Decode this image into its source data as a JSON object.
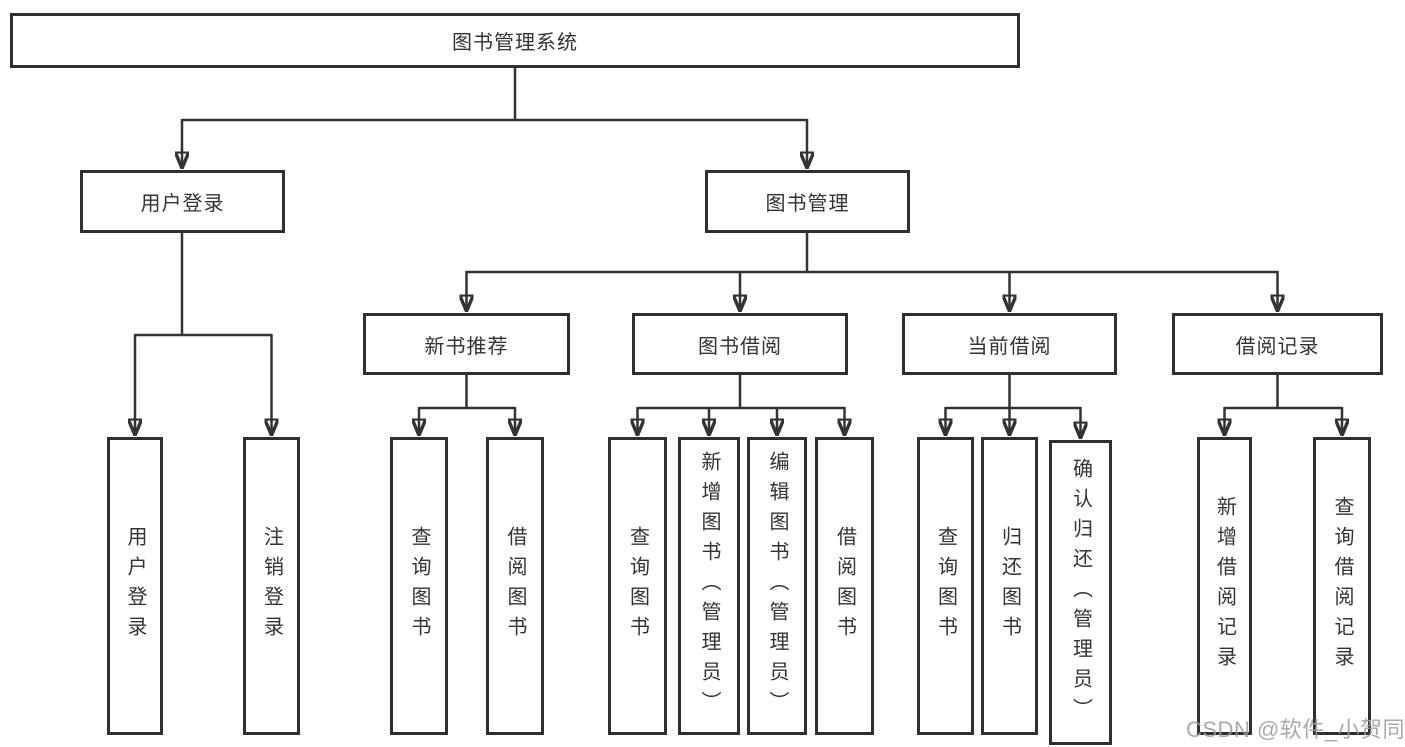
{
  "tree": {
    "label": "图书管理系统",
    "children": [
      {
        "label": "用户登录",
        "children": [
          {
            "label": "用户登录"
          },
          {
            "label": "注销登录"
          }
        ]
      },
      {
        "label": "图书管理",
        "children": [
          {
            "label": "新书推荐",
            "children": [
              {
                "label": "查询图书"
              },
              {
                "label": "借阅图书"
              }
            ]
          },
          {
            "label": "图书借阅",
            "children": [
              {
                "label": "查询图书"
              },
              {
                "label": "新增图书（管理员）"
              },
              {
                "label": "编辑图书（管理员）"
              },
              {
                "label": "借阅图书"
              }
            ]
          },
          {
            "label": "当前借阅",
            "children": [
              {
                "label": "查询图书"
              },
              {
                "label": "归还图书"
              },
              {
                "label": "确认归还（管理员）"
              }
            ]
          },
          {
            "label": "借阅记录",
            "children": [
              {
                "label": "新增借阅记录"
              },
              {
                "label": "查询借阅记录"
              }
            ]
          }
        ]
      }
    ]
  },
  "watermark": {
    "text": "CSDN @软件_小贺同学"
  },
  "colors": {
    "line": "#333333",
    "box_border": "#2f2f2f",
    "text": "#333333",
    "watermark": "#9b9b9b",
    "background": "#ffffff"
  }
}
